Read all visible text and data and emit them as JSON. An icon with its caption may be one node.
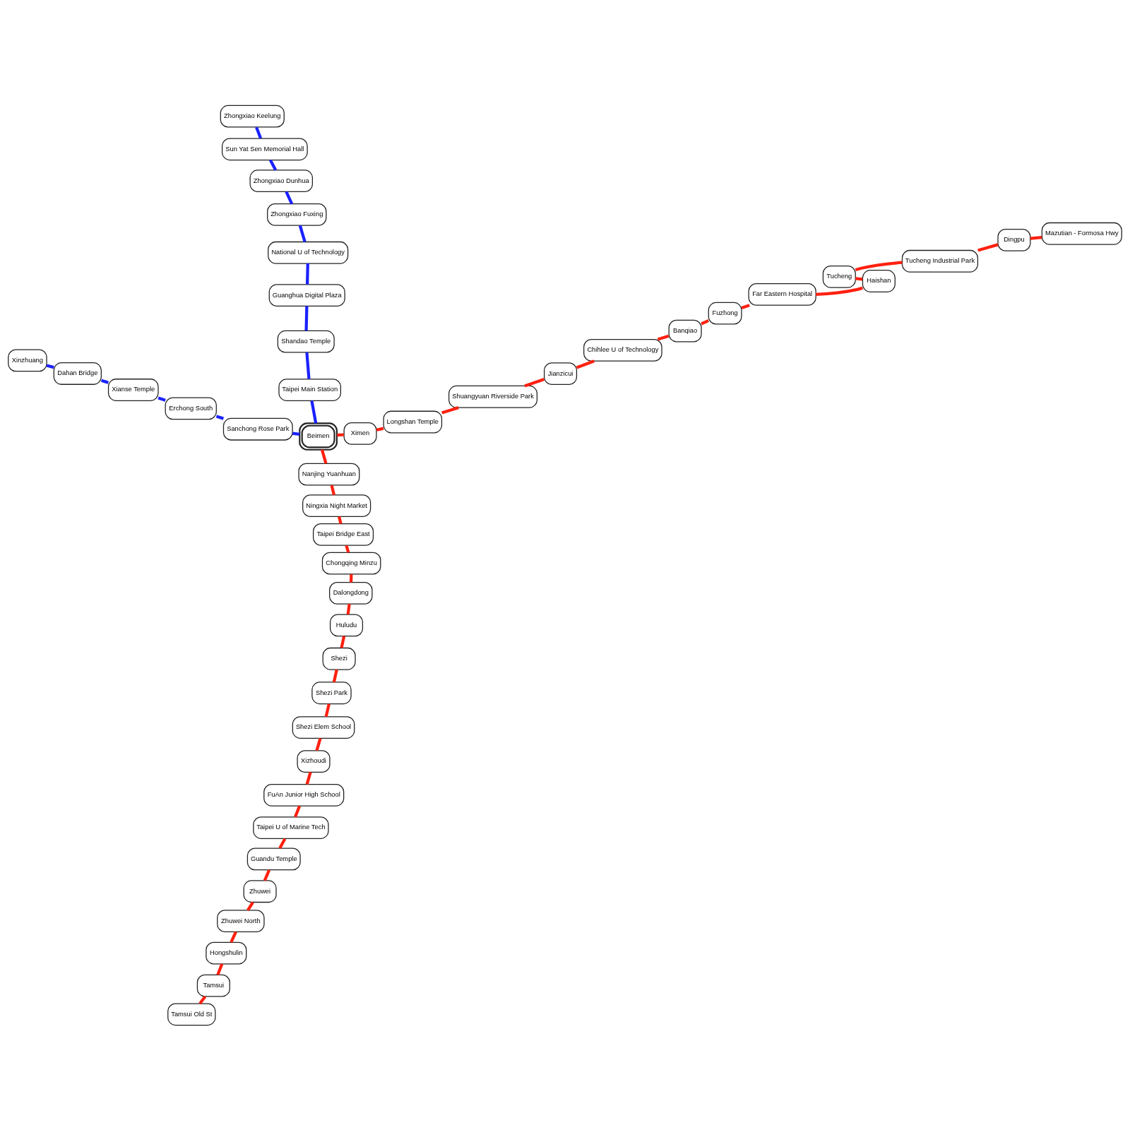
{
  "diagram": {
    "nodes": [
      {
        "text": [
          "Tamsui Old St"
        ]
      },
      {
        "text": [
          "Tamsui"
        ]
      },
      {
        "text": [
          "Hongshulin"
        ]
      },
      {
        "text": [
          "Zhuwei North"
        ]
      },
      {
        "text": [
          "Zhuwei"
        ]
      },
      {
        "text": [
          "Guandu Temple"
        ]
      },
      {
        "text": [
          "Taipei U of Marine Tech"
        ]
      },
      {
        "text": [
          "FuAn Junior High School"
        ]
      },
      {
        "text": [
          "Xizhoudi"
        ]
      },
      {
        "text": [
          "Shezi Elem School"
        ]
      },
      {
        "text": [
          "Shezi Park"
        ]
      },
      {
        "text": [
          "Shezi"
        ]
      },
      {
        "text": [
          "Huludu"
        ]
      },
      {
        "text": [
          "Dalongdong"
        ]
      },
      {
        "text": [
          "Chongqing Minzu"
        ]
      },
      {
        "text": [
          "Taipei Bridge East"
        ]
      },
      {
        "text": [
          "Ningxia Night Market"
        ]
      },
      {
        "text": [
          "Nanjing Yuanhuan"
        ]
      },
      {
        "text": [
          "Beimen"
        ]
      },
      {
        "text": [
          "Ximen"
        ]
      },
      {
        "text": [
          "Longshan Temple"
        ]
      },
      {
        "text": [
          "Shuangyuan Riverside Park"
        ]
      },
      {
        "text": [
          "Jianzicui"
        ]
      },
      {
        "text": [
          "Chihlee U of Technology"
        ]
      },
      {
        "text": [
          "Banqiao"
        ]
      },
      {
        "text": [
          "Fuzhong"
        ]
      },
      {
        "text": [
          "Far Eastern Hospital"
        ]
      },
      {
        "text": [
          "Haishan"
        ]
      },
      {
        "text": [
          "Tucheng"
        ]
      },
      {
        "text": [
          "Tucheng Industrial Park"
        ]
      },
      {
        "text": [
          "Dingpu"
        ]
      },
      {
        "text": [
          "Mazutian - Formosa Hwy"
        ]
      },
      {
        "text": [
          "Xinzhuang"
        ]
      },
      {
        "text": [
          "Dahan Bridge"
        ]
      },
      {
        "text": [
          "Xianse Temple"
        ]
      },
      {
        "text": [
          "Erchong South"
        ]
      },
      {
        "text": [
          "Sanchong Rose Park"
        ]
      },
      {
        "text": [
          "Taipei Main Station"
        ]
      },
      {
        "text": [
          "Shandao Temple"
        ]
      },
      {
        "text": [
          "Guanghua Digital Plaza"
        ]
      },
      {
        "text": [
          "National U of Technology"
        ]
      },
      {
        "text": [
          "Zhongxiao Fuxing"
        ]
      },
      {
        "text": [
          "Zhongxiao Dunhua"
        ]
      },
      {
        "text": [
          "Sun Yat Sen Memorial Hall"
        ]
      },
      {
        "text": [
          "Zhongxiao Keelung"
        ]
      }
    ],
    "edges": [
      {
        "from": 0,
        "to": 1,
        "arrow": "none"
      },
      {
        "from": 1,
        "to": 2,
        "arrow": "none"
      },
      {
        "from": 2,
        "to": 3,
        "arrow": "none"
      },
      {
        "from": 3,
        "to": 4,
        "arrow": "none"
      },
      {
        "from": 4,
        "to": 5,
        "arrow": "none"
      },
      {
        "from": 5,
        "to": 6,
        "arrow": "none"
      },
      {
        "from": 6,
        "to": 7,
        "arrow": "none"
      },
      {
        "from": 7,
        "to": 8,
        "arrow": "none"
      },
      {
        "from": 8,
        "to": 9,
        "arrow": "none"
      },
      {
        "from": 9,
        "to": 10,
        "arrow": "none"
      },
      {
        "from": 10,
        "to": 11,
        "arrow": "none"
      },
      {
        "from": 11,
        "to": 12,
        "arrow": "none"
      },
      {
        "from": 12,
        "to": 13,
        "arrow": "none"
      },
      {
        "from": 13,
        "to": 14,
        "arrow": "none"
      },
      {
        "from": 14,
        "to": 15,
        "arrow": "none"
      },
      {
        "from": 15,
        "to": 16,
        "arrow": "none"
      },
      {
        "from": 16,
        "to": 17,
        "arrow": "none"
      },
      {
        "from": 17,
        "to": 18,
        "arrow": "none"
      },
      {
        "from": 18,
        "to": 19,
        "arrow": "none"
      },
      {
        "from": 19,
        "to": 20,
        "arrow": "none"
      },
      {
        "from": 20,
        "to": 21,
        "arrow": "none"
      },
      {
        "from": 21,
        "to": 22,
        "arrow": "none"
      },
      {
        "from": 22,
        "to": 23,
        "arrow": "none"
      },
      {
        "from": 23,
        "to": 24,
        "arrow": "none"
      },
      {
        "from": 24,
        "to": 25,
        "arrow": "none"
      },
      {
        "from": 25,
        "to": 26,
        "arrow": "none"
      },
      {
        "from": 26,
        "to": 27,
        "arrow": "none"
      },
      {
        "from": 27,
        "to": 28,
        "arrow": "none"
      },
      {
        "from": 28,
        "to": 29,
        "arrow": "none"
      },
      {
        "from": 29,
        "to": 30,
        "arrow": "none"
      },
      {
        "from": 30,
        "to": 31,
        "arrow": "none"
      },
      {
        "from": 32,
        "to": 33,
        "arrow": "none",
        "color": "#1a22ff"
      },
      {
        "from": 33,
        "to": 34,
        "arrow": "none",
        "color": "#1a22ff"
      },
      {
        "from": 34,
        "to": 35,
        "arrow": "none",
        "color": "#1a22ff"
      },
      {
        "from": 35,
        "to": 36,
        "arrow": "none",
        "color": "#1a22ff"
      },
      {
        "from": 36,
        "to": 18,
        "arrow": "none",
        "color": "#1a22ff"
      },
      {
        "from": 18,
        "to": 37,
        "arrow": "none",
        "color": "#1a22ff"
      },
      {
        "from": 37,
        "to": 38,
        "arrow": "none",
        "color": "#1a22ff"
      },
      {
        "from": 38,
        "to": 39,
        "arrow": "none",
        "color": "#1a22ff"
      },
      {
        "from": 39,
        "to": 40,
        "arrow": "none",
        "color": "#1a22ff"
      },
      {
        "from": 40,
        "to": 41,
        "arrow": "none",
        "color": "#1a22ff"
      },
      {
        "from": 41,
        "to": 42,
        "arrow": "none",
        "color": "#1a22ff"
      },
      {
        "from": 42,
        "to": 43,
        "arrow": "none",
        "color": "#1a22ff"
      },
      {
        "from": 43,
        "to": 44,
        "arrow": "none",
        "color": "#1a22ff"
      }
    ]
  }
}
